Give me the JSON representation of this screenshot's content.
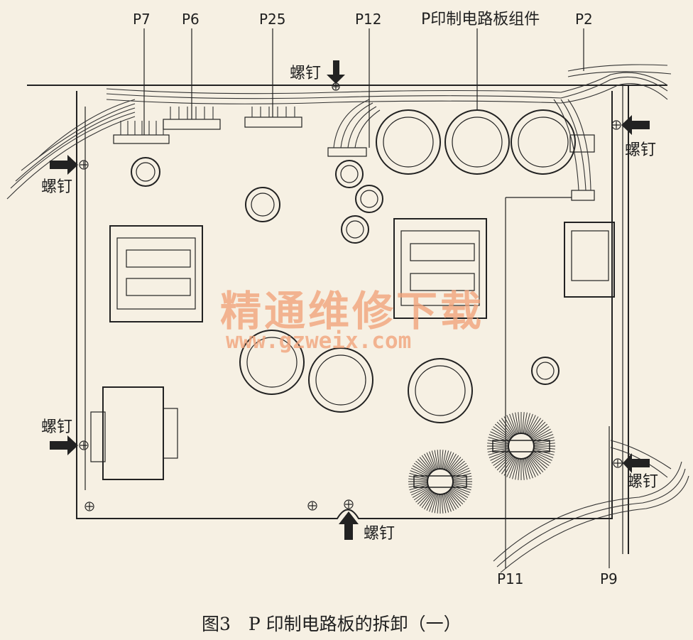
{
  "labels": {
    "p7": "P7",
    "p6": "P6",
    "p25": "P25",
    "p12": "P12",
    "p_board": "P印制电路板组件",
    "p2": "P2",
    "p11": "P11",
    "p9": "P9"
  },
  "screws": {
    "top": "螺钉",
    "right_top": "螺钉",
    "left_top": "螺钉",
    "left_bottom": "螺钉",
    "right_bottom": "螺钉",
    "bottom": "螺钉"
  },
  "watermark": {
    "text": "精通维修下载",
    "url": "www.gzweix.com"
  },
  "caption": "图3　P 印制电路板的拆卸（一）"
}
